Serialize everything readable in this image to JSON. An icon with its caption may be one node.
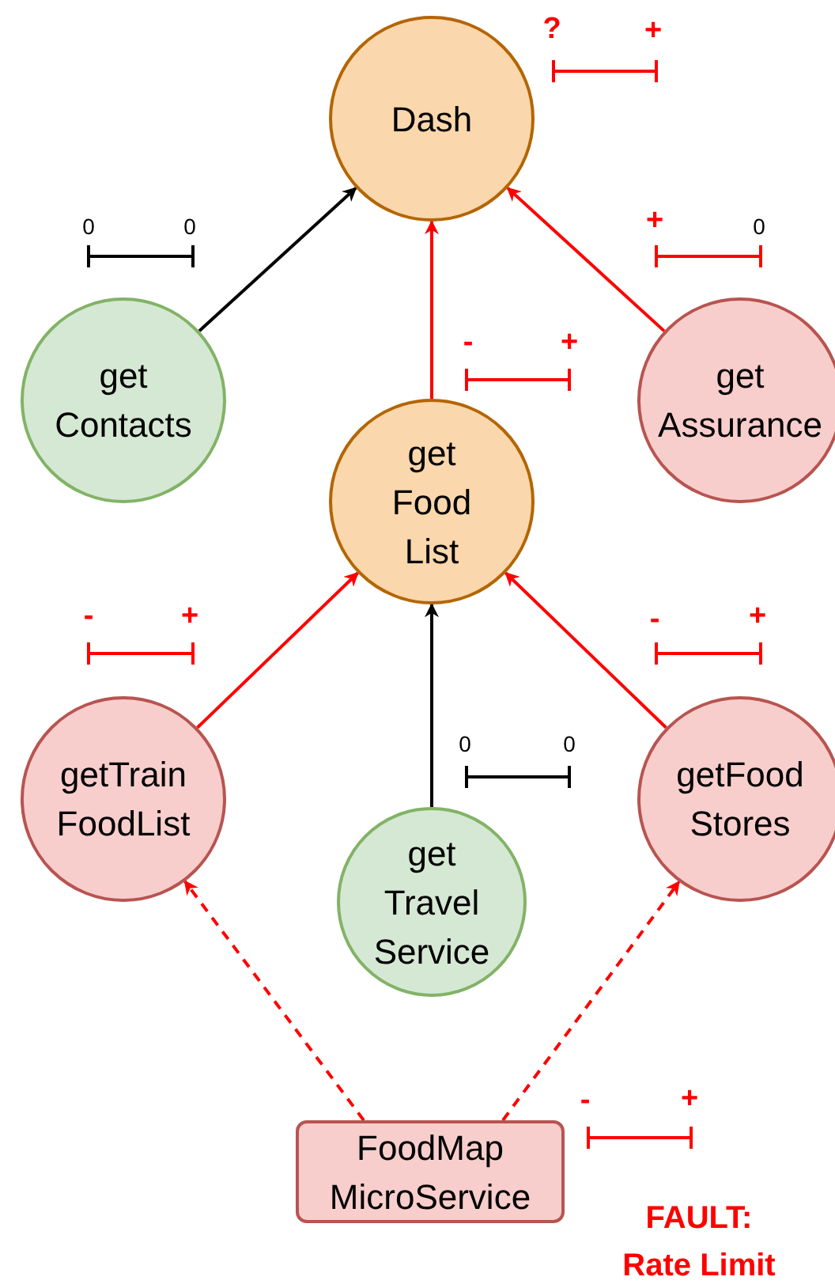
{
  "diagram": {
    "nodes": [
      {
        "text": [
          "Dash"
        ]
      },
      {
        "text": [
          "get Contacts"
        ]
      },
      {
        "text": [
          "get Assurance"
        ]
      },
      {
        "text": [
          "get Food List"
        ]
      },
      {
        "text": [
          "getTrain FoodList"
        ]
      },
      {
        "text": [
          "get Travel Service"
        ]
      },
      {
        "text": [
          "getFood Stores"
        ]
      },
      {
        "text": [
          "FoodMap MicroService"
        ]
      }
    ],
    "edges": [
      {
        "from": 1,
        "to": 0,
        "arrow": "to",
        "color": "#000000"
      },
      {
        "from": 3,
        "to": 0,
        "arrow": "to"
      },
      {
        "from": 2,
        "to": 0,
        "arrow": "to"
      },
      {
        "from": 4,
        "to": 3,
        "arrow": "to"
      },
      {
        "from": 5,
        "to": 3,
        "arrow": "to",
        "color": "#000000"
      },
      {
        "from": 6,
        "to": 3,
        "arrow": "to"
      },
      {
        "from": 7,
        "to": 4,
        "arrow": "to",
        "style": "dashed"
      },
      {
        "from": 7,
        "to": 6,
        "arrow": "to",
        "style": "dashed"
      }
    ],
    "labels": [
      "?",
      "+",
      "0",
      "0",
      "+",
      "0",
      "-",
      "+",
      "-",
      "+",
      "-",
      "+",
      "0",
      "0",
      "-",
      "+",
      "FAULT: Rate Limit"
    ]
  }
}
